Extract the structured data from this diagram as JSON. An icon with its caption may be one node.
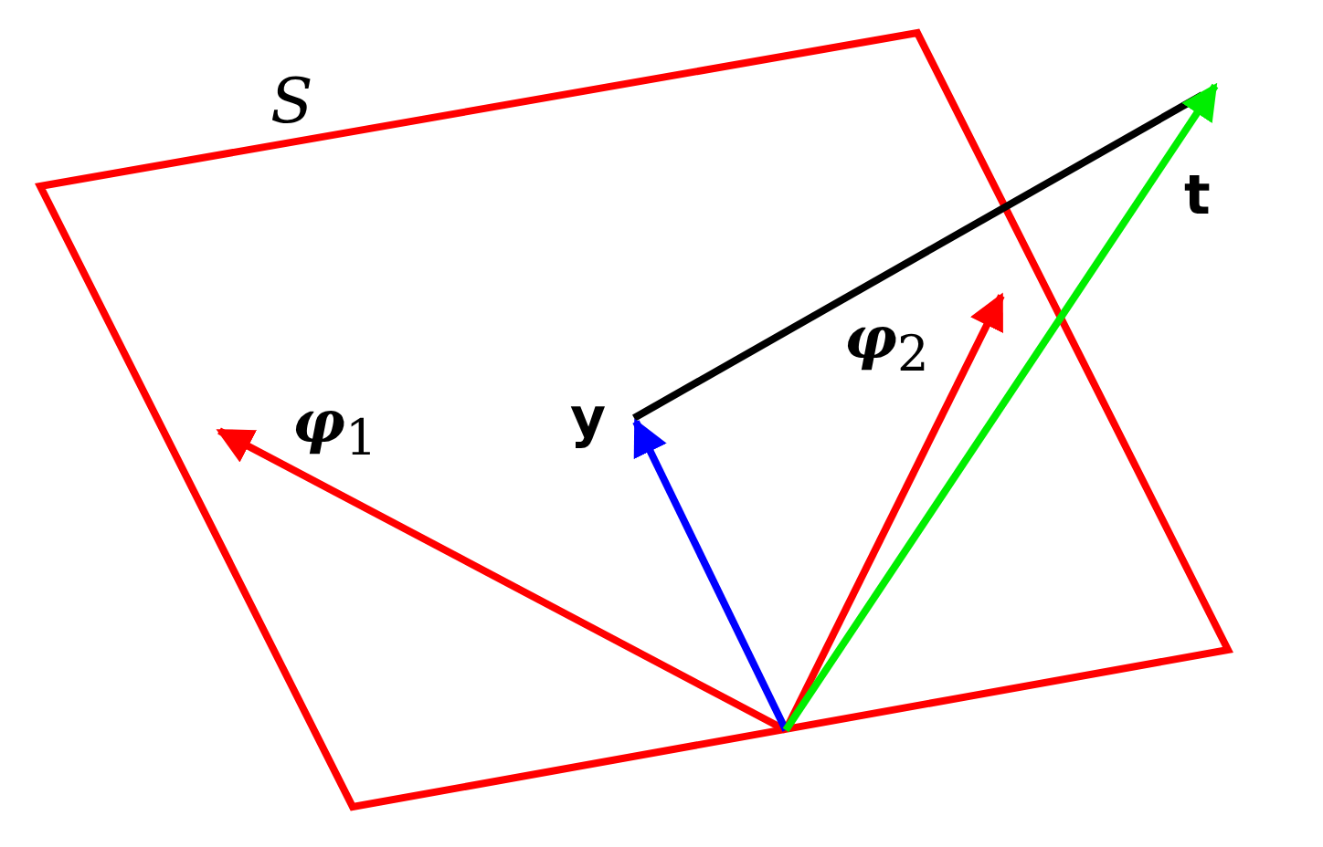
{
  "diagram": {
    "labels": [
      "S",
      "**φ**$_{1}$",
      "**φ**$_{2}$",
      "y",
      "t"
    ]
  }
}
